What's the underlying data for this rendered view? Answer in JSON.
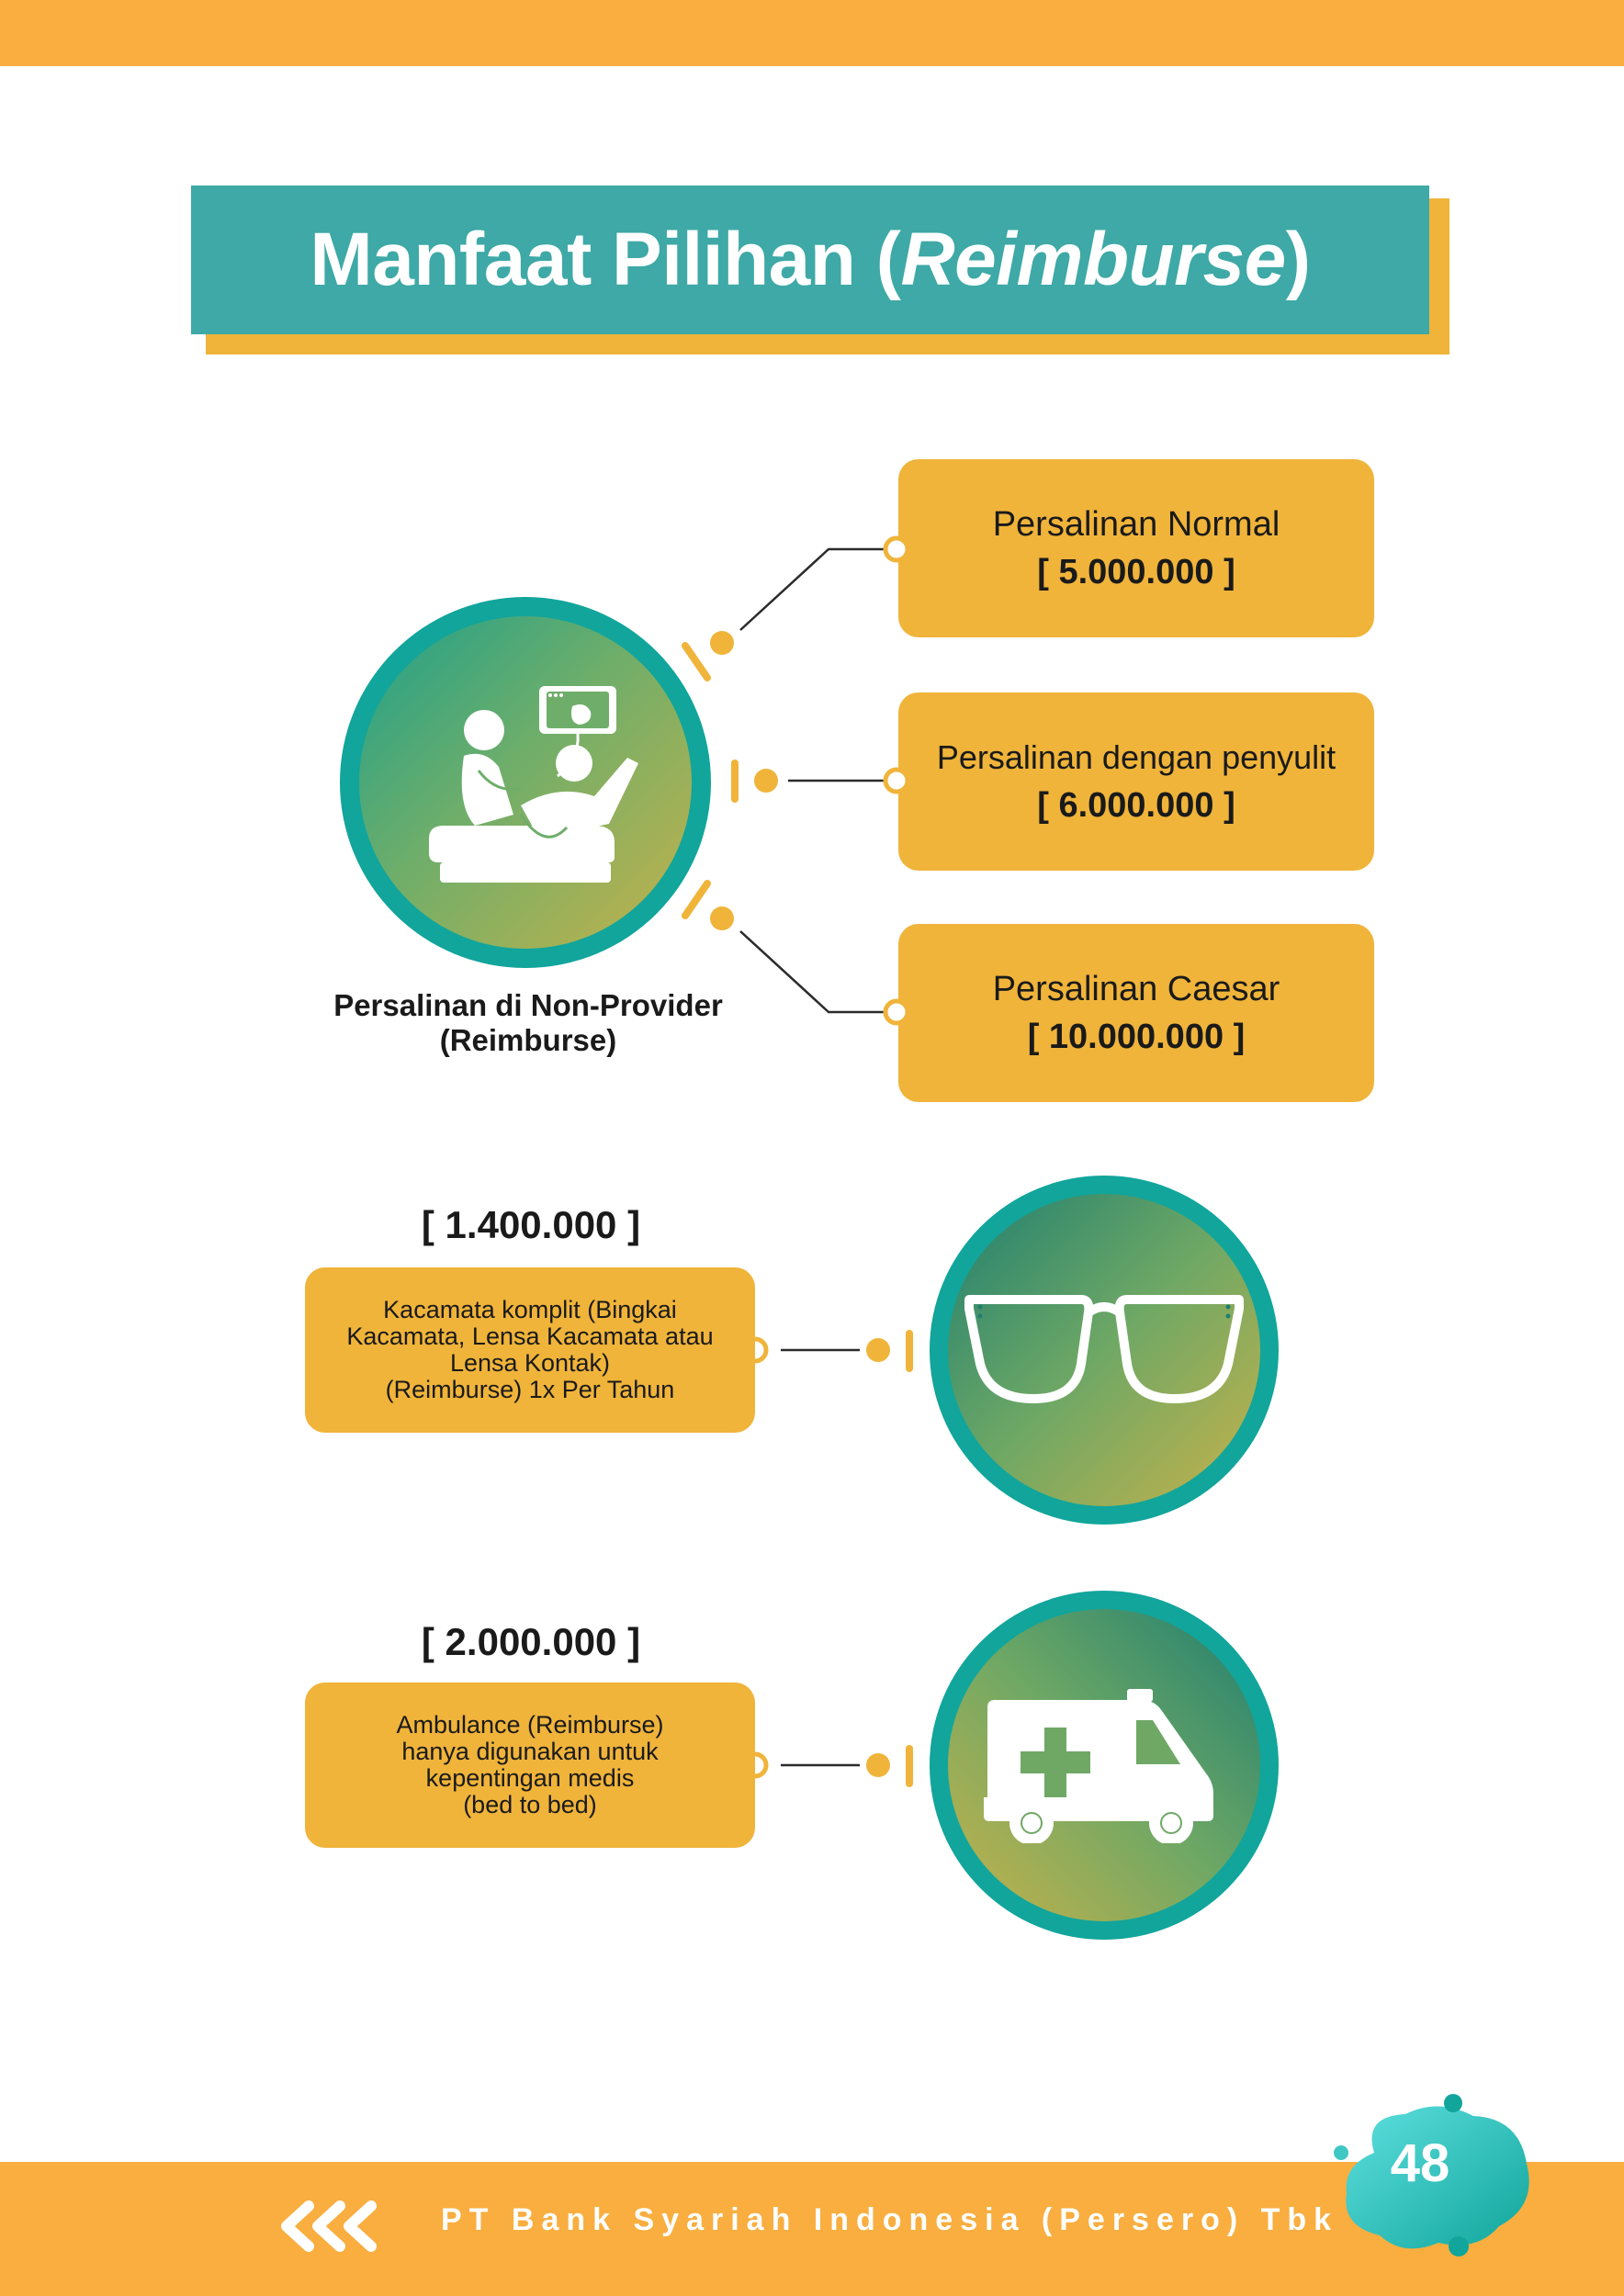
{
  "header": {
    "title_main": "Manfaat Pilihan (",
    "title_italic": "Reimburse",
    "title_end": ")"
  },
  "delivery": {
    "caption_line1": "Persalinan di Non-Provider",
    "caption_line2": "(Reimburse)",
    "icon": "childbirth-ultrasound-icon",
    "options": [
      {
        "label": "Persalinan Normal",
        "amount": "[ 5.000.000 ]"
      },
      {
        "label": "Persalinan dengan penyulit",
        "amount": "[ 6.000.000 ]"
      },
      {
        "label": "Persalinan Caesar",
        "amount": "[ 10.000.000 ]"
      }
    ]
  },
  "glasses": {
    "amount": "[ 1.400.000 ]",
    "lines": [
      "Kacamata komplit (Bingkai",
      "Kacamata, Lensa Kacamata atau",
      "Lensa Kontak)",
      "(Reimburse) 1x Per Tahun"
    ],
    "icon": "eyeglasses-icon"
  },
  "ambulance": {
    "amount": "[ 2.000.000 ]",
    "lines": [
      "Ambulance (Reimburse)",
      "hanya digunakan untuk",
      "kepentingan medis",
      "(bed to bed)"
    ],
    "icon": "ambulance-icon"
  },
  "footer": {
    "company": "PT Bank Syariah Indonesia (Persero) Tbk",
    "page_number": "48",
    "back_icon": "triple-chevron-left-icon"
  },
  "colors": {
    "orange": "#f9ae3f",
    "gold": "#f0b43a",
    "teal": "#3ea9a6",
    "teal_dark": "#11a59b"
  }
}
